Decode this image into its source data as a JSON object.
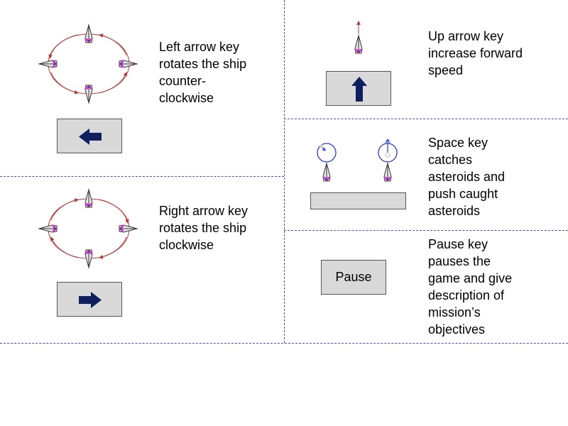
{
  "controls": [
    {
      "id": "left",
      "description": "Left arrow key rotates the ship counter-clockwise",
      "lines": [
        "Left arrow key",
        "rotates the ship",
        "counter-",
        "clockwise"
      ]
    },
    {
      "id": "right",
      "description": "Right arrow key rotates the ship clockwise",
      "lines": [
        "Right arrow key",
        "rotates the ship",
        "clockwise"
      ]
    },
    {
      "id": "up",
      "description": "Up arrow key increase forward speed",
      "lines": [
        "Up arrow key",
        "increase forward",
        "speed"
      ]
    },
    {
      "id": "space",
      "description": "Space key catches asteroids and push caught asteroids",
      "lines": [
        "Space key",
        "catches",
        "asteroids and",
        "push caught",
        "asteroids"
      ]
    },
    {
      "id": "pause",
      "description": "Pause key pauses the game and give description of mission’s objectives",
      "lines": [
        "Pause key",
        "pauses the",
        "game and give",
        "description of",
        "mission’s",
        "objectives"
      ],
      "key_label": "Pause"
    }
  ],
  "colors": {
    "divider": "#4a4acb",
    "key_face": "#d9d9d9",
    "arrow": "#0d1f5c",
    "orbit": "#b43c3c",
    "space_circle": "#2b3bd0"
  },
  "icons": {
    "left_key": "left-arrow-icon",
    "right_key": "right-arrow-icon",
    "up_key": "up-arrow-icon",
    "ship": "spaceship-icon"
  }
}
